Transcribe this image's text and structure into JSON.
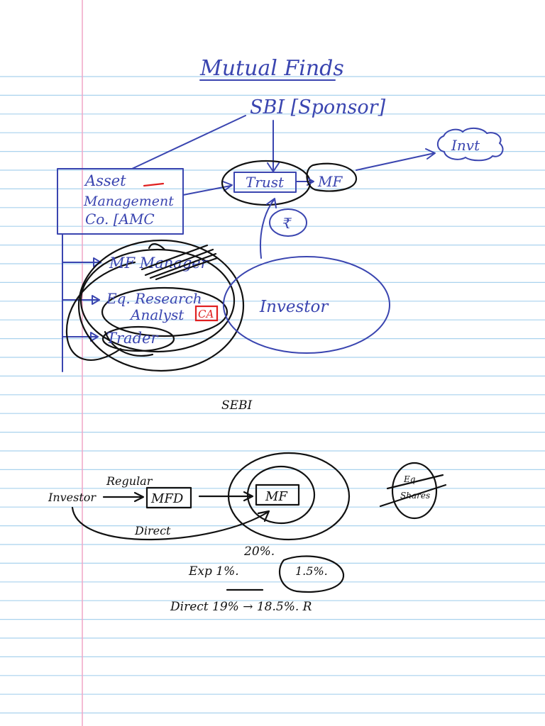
{
  "colors": {
    "paper": "#ffffff",
    "rule_line": "#a9d2ee",
    "margin_line": "#f0a6c6",
    "ink_blue": "#3a45b0",
    "ink_black": "#111111",
    "ink_red": "#e02020"
  },
  "top_diagram": {
    "title": "Mutual Finds",
    "sponsor": "SBI [Sponsor]",
    "amc_line1": "Asset",
    "amc_line2": "Management",
    "amc_line3": "Co. [AMC",
    "trust": "Trust",
    "mf": "MF",
    "invt": "Invt",
    "rupee_symbol": "₹",
    "mf_manager": "MF Manager",
    "eq_research_line1": "Eq. Research",
    "eq_research_line2": "Analyst",
    "ca_badge": "CA",
    "trader": "Trader",
    "investor": "Investor"
  },
  "bottom_diagram": {
    "sebi": "SEBI",
    "regular": "Regular",
    "investor": "Investor",
    "mfd": "MFD",
    "mf": "MF",
    "direct": "Direct",
    "eq_line1": "Eq.",
    "eq_line2": "Shares",
    "pct_20": "20%.",
    "exp_line": "Exp 1%.",
    "pct_1_5": "1.5%.",
    "direct_line": "Direct 19% → 18.5%. R"
  }
}
